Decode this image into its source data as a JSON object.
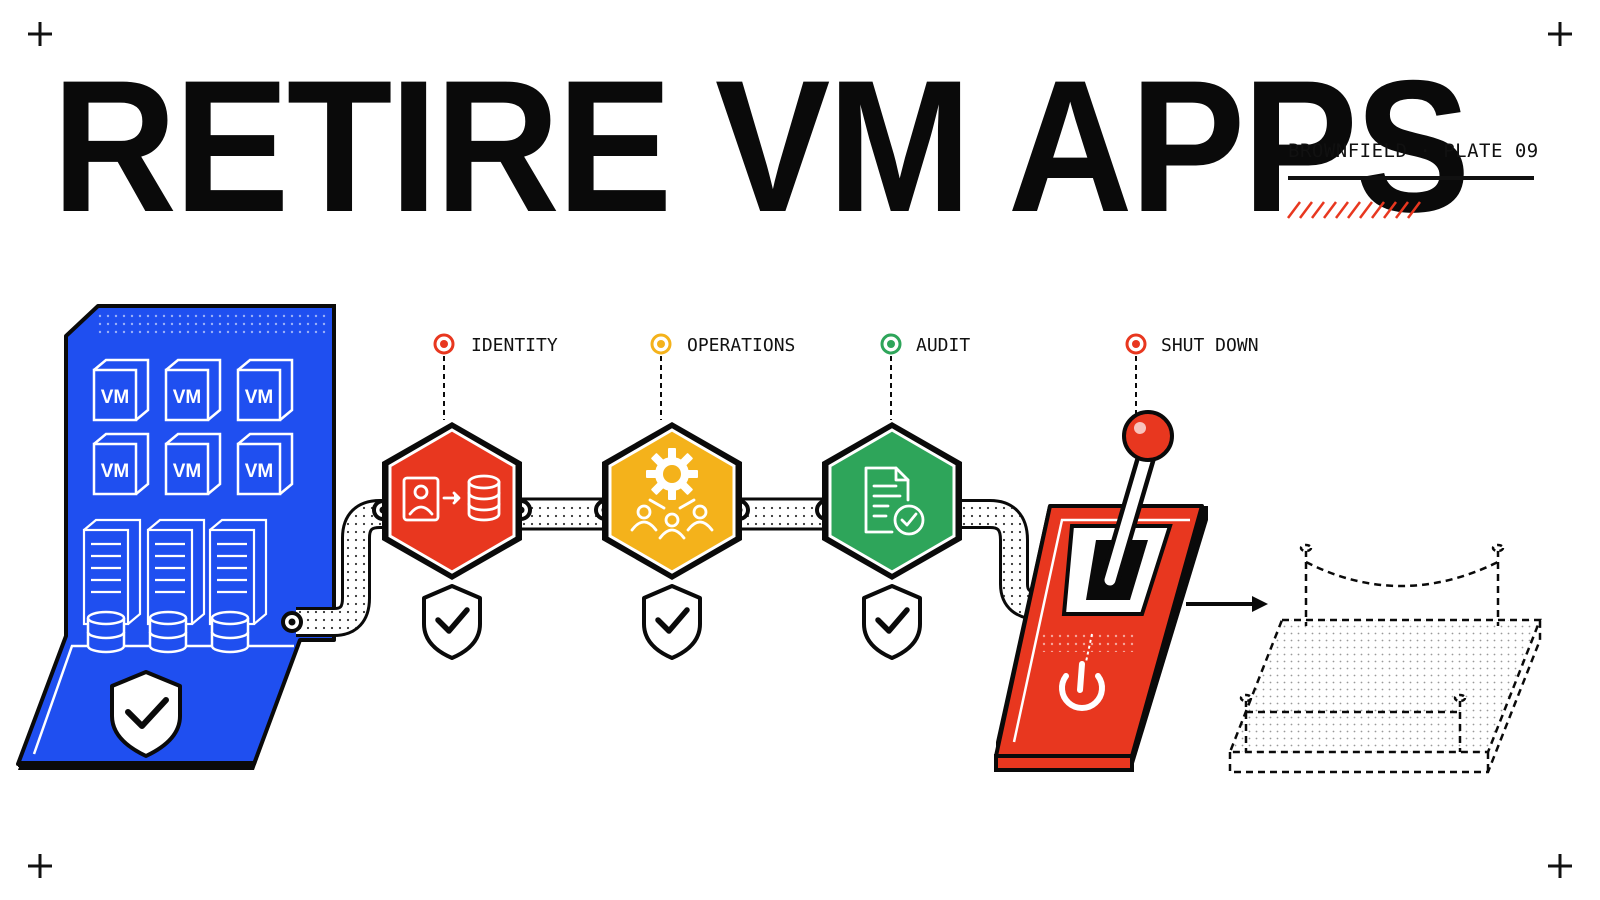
{
  "title": "RETIRE VM APPS",
  "plate": "BROWNFIELD · PLATE 09",
  "vm_tiles": [
    "VM",
    "VM",
    "VM",
    "VM",
    "VM",
    "VM"
  ],
  "stages": [
    {
      "label": "IDENTITY",
      "color": "#e8371f"
    },
    {
      "label": "OPERATIONS",
      "color": "#f4b21b"
    },
    {
      "label": "AUDIT",
      "color": "#2ea55a"
    },
    {
      "label": "SHUT DOWN",
      "color": "#e8371f"
    }
  ],
  "colors": {
    "blue": "#1f4ff0",
    "red": "#e8371f",
    "yellow": "#f4b21b",
    "green": "#2ea55a",
    "ink": "#0a0a0a"
  },
  "icons": {
    "identity": "user-card-to-database-icon",
    "operations": "gear-with-team-icon",
    "audit": "document-check-icon",
    "shutdown": "power-icon",
    "checkpoint": "shield-check-icon"
  }
}
